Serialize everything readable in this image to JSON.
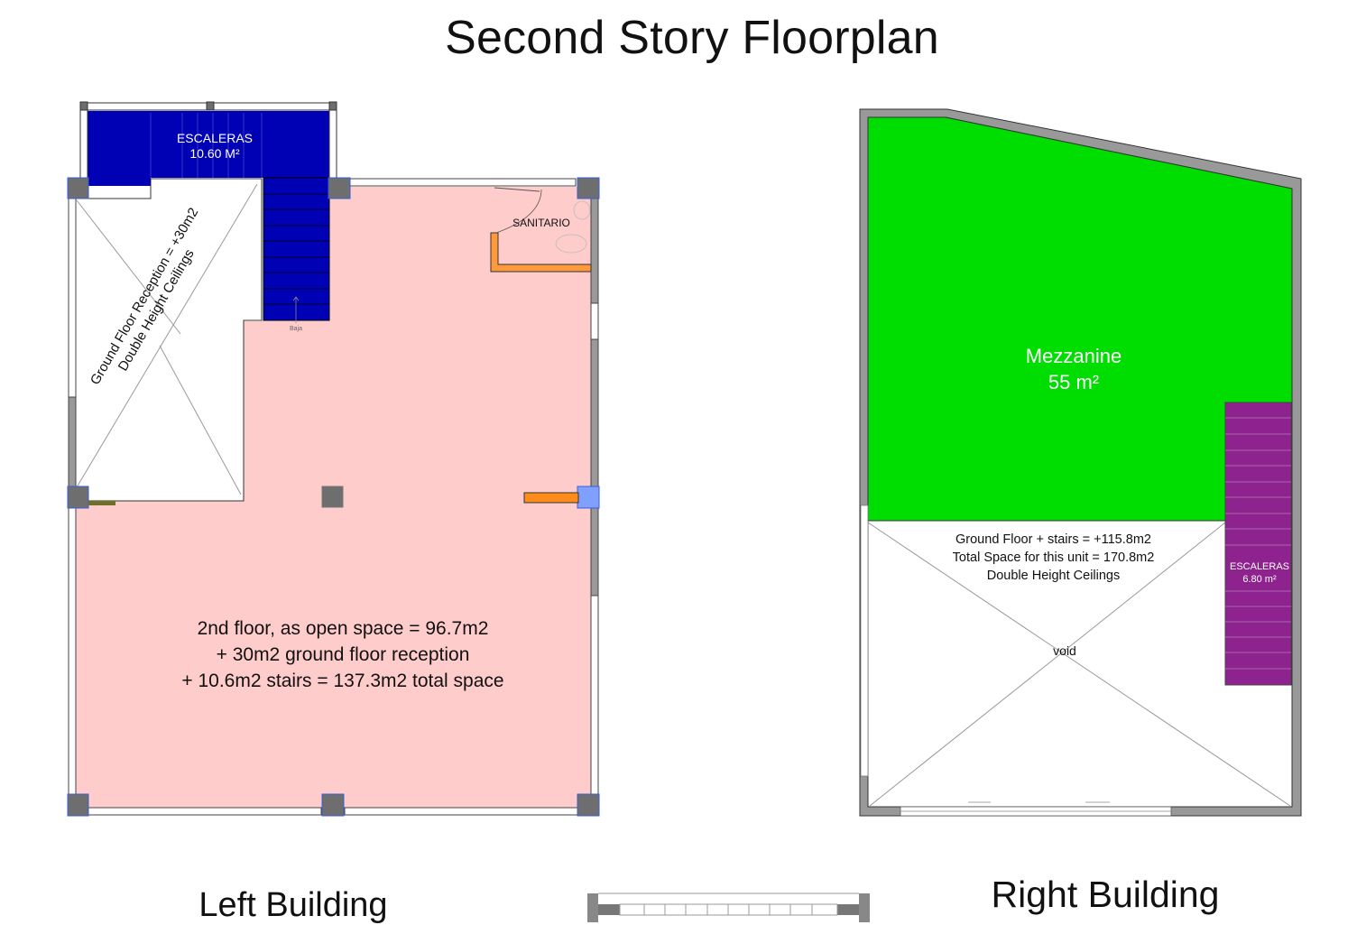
{
  "title": "Second Story Floorplan",
  "left_building": {
    "caption": "Left Building",
    "stairs": {
      "label": "ESCALERAS",
      "area": "10.60 M²",
      "color": "#0000b4"
    },
    "sanitary": {
      "label": "SANITARIO"
    },
    "stair_direction": "Baja",
    "reception_void": {
      "line1": "Ground Floor Reception = +30m2",
      "line2": "Double Height Ceilings"
    },
    "open_space": {
      "line1": "2nd floor, as open space = 96.7m2",
      "line2": "+ 30m2 ground floor reception",
      "line3": "+ 10.6m2 stairs = 137.3m2 total space",
      "color": "#ffcccc"
    }
  },
  "right_building": {
    "caption": "Right Building",
    "mezzanine": {
      "label": "Mezzanine",
      "area": "55 m²",
      "color": "#00dd00"
    },
    "void_area": {
      "line1": "Ground Floor + stairs = +115.8m2",
      "line2": "Total Space for this unit = 170.8m2",
      "line3": "Double Height Ceilings",
      "void_label": "void"
    },
    "stairs": {
      "label": "ESCALERAS",
      "area": "6.80 m²",
      "color": "#8e2390"
    }
  },
  "colors": {
    "wall": "#999999",
    "column": "#6e6e6e",
    "column_outline": "#3a5fd6",
    "partition": "#ff8c1a"
  }
}
